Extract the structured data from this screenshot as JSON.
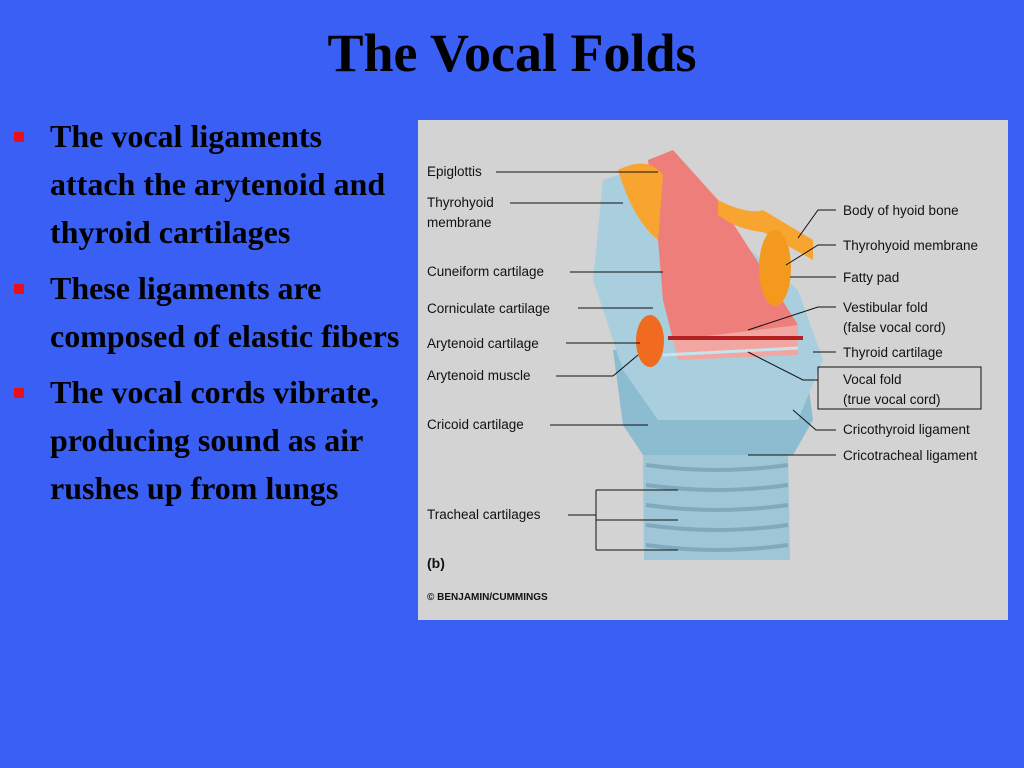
{
  "slide": {
    "title": "The Vocal Folds",
    "bullets": [
      "The vocal ligaments attach the arytenoid and thyroid cartilages",
      "These ligaments are composed of elastic fibers",
      "The vocal cords vibrate, producing sound as air rushes up from lungs"
    ]
  },
  "figure": {
    "panel_label": "(b)",
    "credit": "© BENJAMIN/CUMMINGS",
    "left_labels": {
      "epiglottis": "Epiglottis",
      "thyrohyoid_1": "Thyrohyoid",
      "thyrohyoid_2": "membrane",
      "cuneiform": "Cuneiform cartilage",
      "corniculate": "Corniculate cartilage",
      "arytenoid_cartilage": "Arytenoid cartilage",
      "arytenoid_muscle": "Arytenoid muscle",
      "cricoid": "Cricoid cartilage",
      "tracheal": "Tracheal cartilages"
    },
    "right_labels": {
      "hyoid": "Body of hyoid bone",
      "thyrohyoid_membrane": "Thyrohyoid membrane",
      "fatty_pad": "Fatty pad",
      "vestibular_1": "Vestibular fold",
      "vestibular_2": "(false vocal cord)",
      "thyroid": "Thyroid cartilage",
      "vocal_fold_1": "Vocal fold",
      "vocal_fold_2": "(true vocal cord)",
      "cricothyroid": "Cricothyroid ligament",
      "cricotracheal": "Cricotracheal ligament"
    }
  }
}
